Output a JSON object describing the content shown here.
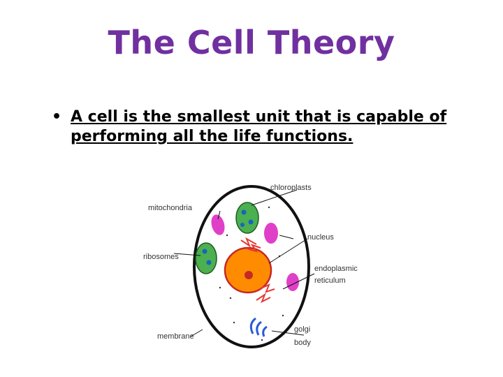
{
  "slide": {
    "title": "The Cell Theory",
    "bullet_symbol": "•",
    "bullet_text": "A cell is the smallest unit that is capable of performing all the life functions."
  },
  "diagram": {
    "labels": {
      "chloroplasts": "chloroplasts",
      "mitochondria": "mitochondria",
      "nucleus": "nucleus",
      "ribosomes": "ribosomes",
      "endoplasmic_1": "endoplasmic",
      "endoplasmic_2": "reticulum",
      "golgi_1": "golgi",
      "golgi_2": "body",
      "membrane": "membrane"
    },
    "colors": {
      "title": "#7030a0",
      "cell_outline": "#111111",
      "chloroplast": "#4caf50",
      "mitochondria": "#e040c8",
      "nucleus": "#ff8c00",
      "er": "#e53935",
      "golgi": "#2a5bd7"
    }
  }
}
